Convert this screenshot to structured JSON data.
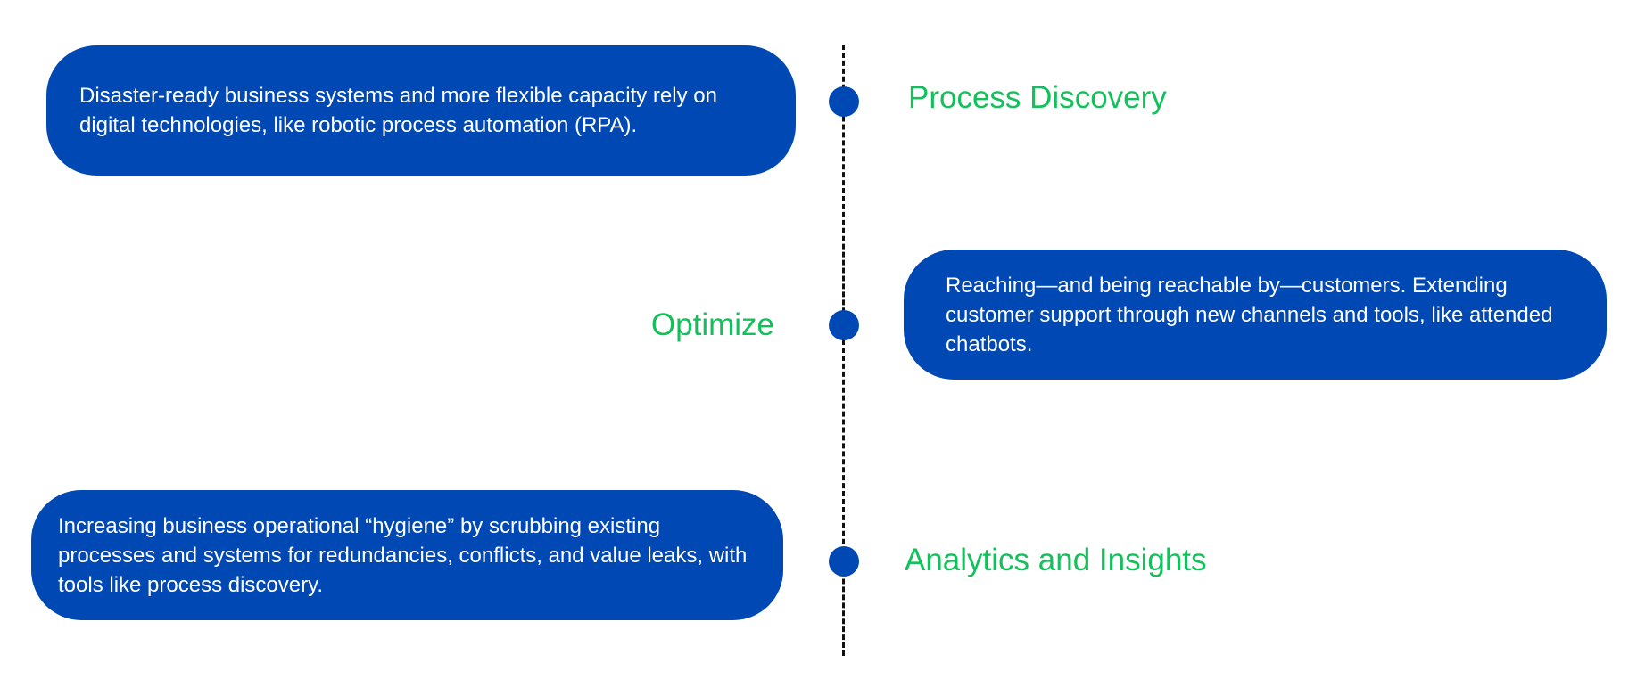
{
  "colors": {
    "card_background": "#0048b3",
    "card_text": "#ffffff",
    "label_text": "#13c05b",
    "timeline_line": "#111111",
    "timeline_dot": "#0048b3"
  },
  "timeline": {
    "items": [
      {
        "label": "Process Discovery",
        "description": "Disaster-ready business systems and more flexible capacity rely on digital technologies, like robotic process automation (RPA)."
      },
      {
        "label": "Optimize",
        "description": "Reaching—and being reachable by—customers. Extending customer support through new channels and tools, like attended chatbots."
      },
      {
        "label": "Analytics and Insights",
        "description": "Increasing business operational “hygiene” by scrubbing existing processes and systems for redundancies, conflicts, and value leaks, with tools like process discovery."
      }
    ]
  }
}
